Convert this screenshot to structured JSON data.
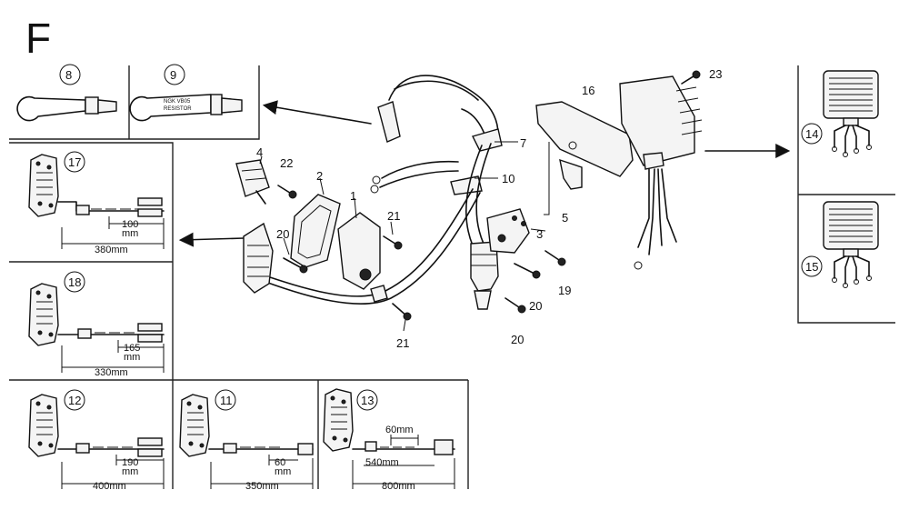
{
  "diagram": {
    "section_letter": "F",
    "callouts": {
      "c1": "1",
      "c2": "2",
      "c3": "3",
      "c4": "4",
      "c5": "5",
      "c7": "7",
      "c10": "10",
      "c16": "16",
      "c19": "19",
      "c20a": "20",
      "c20b": "20",
      "c20c": "20",
      "c21a": "21",
      "c21b": "21",
      "c22": "22",
      "c23": "23"
    },
    "variants": {
      "v8": "8",
      "v9": "9",
      "v11": "11",
      "v12": "12",
      "v13": "13",
      "v14": "14",
      "v15": "15",
      "v17": "17",
      "v18": "18"
    },
    "dimensions": {
      "d17_short": "100",
      "d17_short_unit": "mm",
      "d17_long": "380mm",
      "d18_short": "165",
      "d18_short_unit": "mm",
      "d18_long": "330mm",
      "d12_short": "190",
      "d12_short_unit": "mm",
      "d12_long": "400mm",
      "d11_short": "60",
      "d11_short_unit": "mm",
      "d11_long": "350mm",
      "d13_top": "60mm",
      "d13_mid": "540mm",
      "d13_long": "800mm"
    },
    "cap_label_line1": "NGK VB05",
    "cap_label_line2": "RESISTOR"
  }
}
